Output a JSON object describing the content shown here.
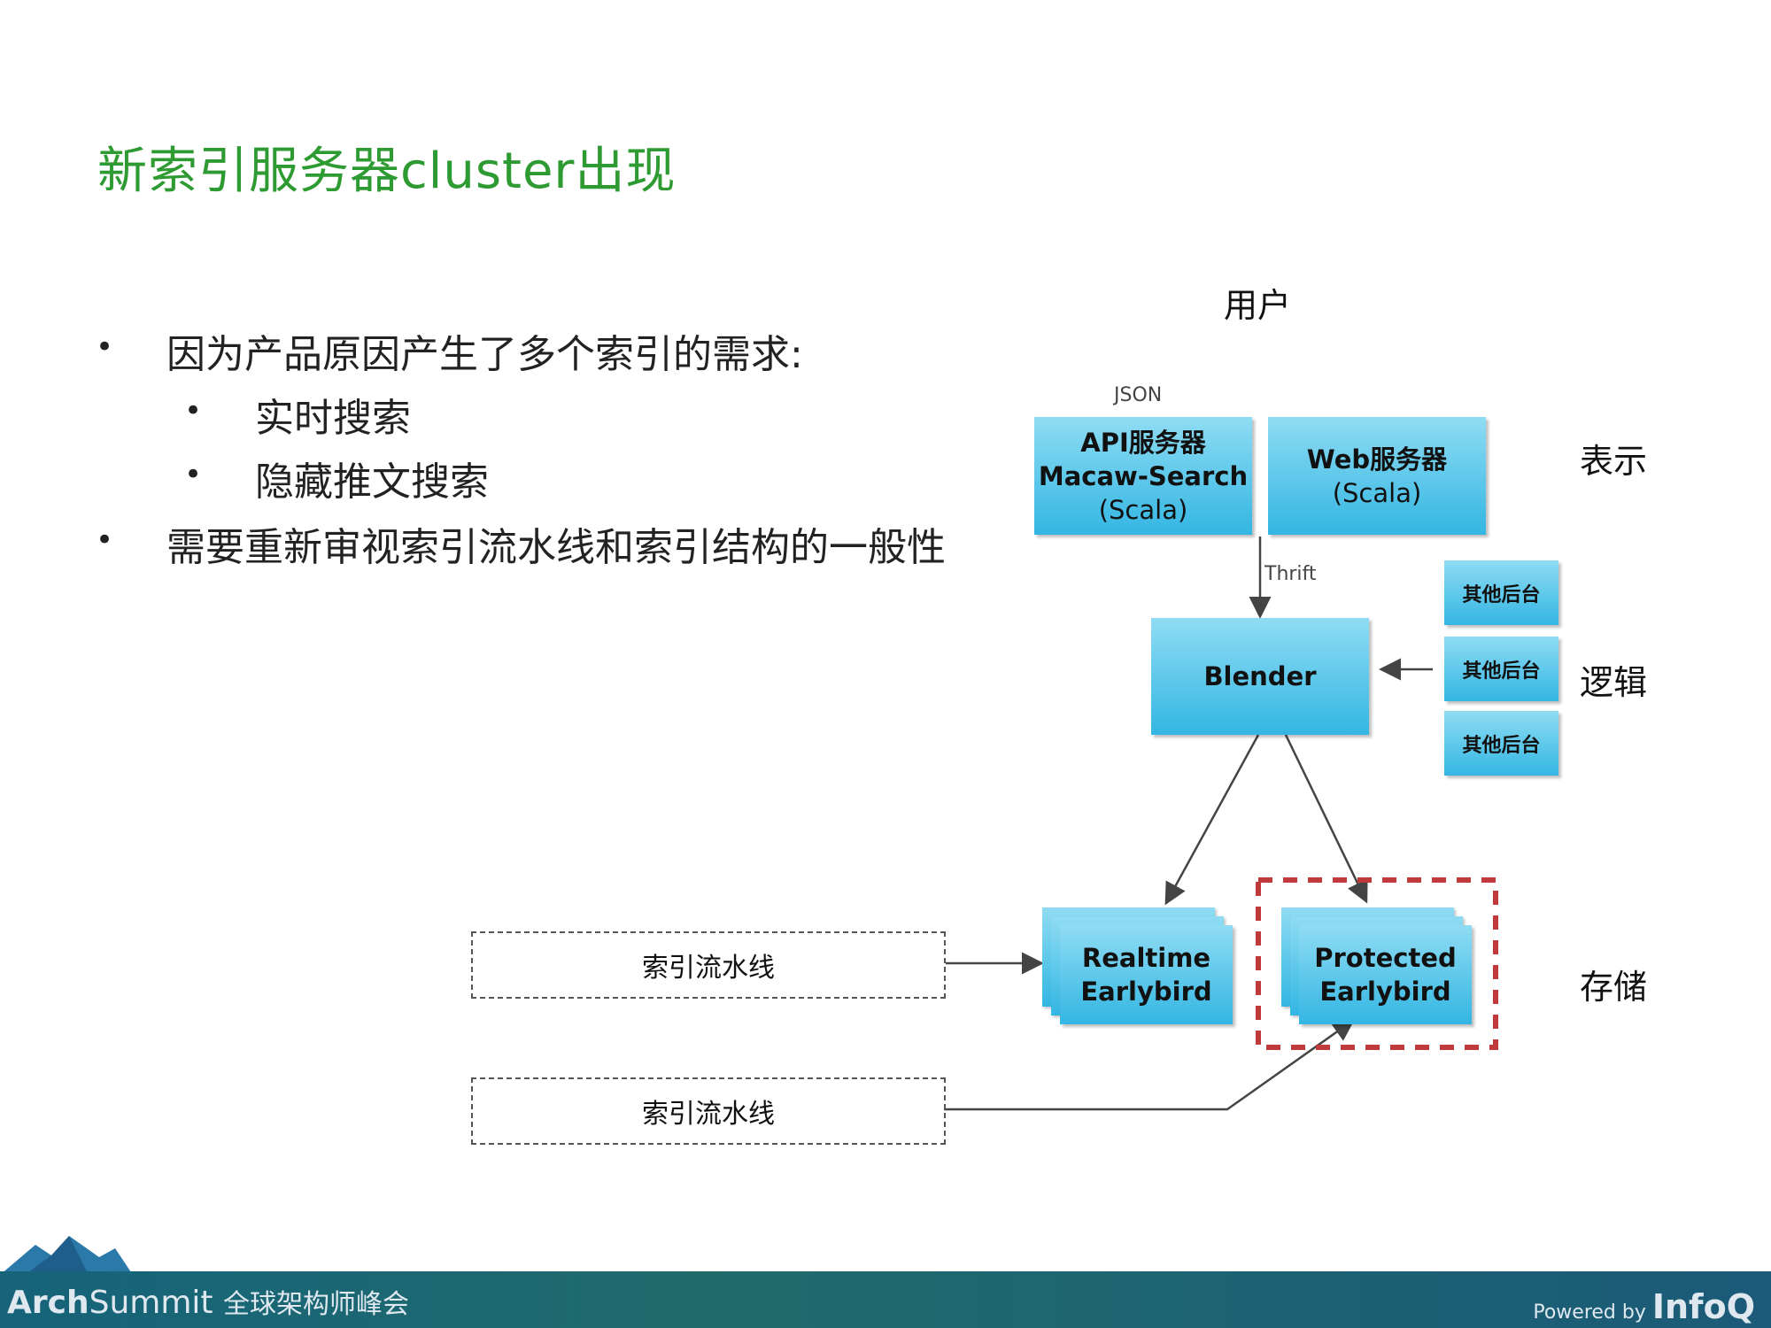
{
  "slide_title": "新索引服务器cluster出现",
  "bullets": [
    {
      "text": "因为产品原因产生了多个索引的需求:"
    },
    {
      "text": "实时搜索"
    },
    {
      "text": "隐藏推文搜索"
    },
    {
      "text": "需要重新审视索引流水线和索引结构的一般性"
    }
  ],
  "diagram": {
    "user_label": "用户",
    "json_label": "JSON",
    "thrift_label": "Thrift",
    "api_box": {
      "line1": "API服务器",
      "line2": "Macaw-Search",
      "line3": "(Scala)"
    },
    "web_box": {
      "line1": "Web服务器",
      "line2": "(Scala)"
    },
    "blender_label": "Blender",
    "other_backends": [
      "其他后台",
      "其他后台",
      "其他后台"
    ],
    "realtime_box": {
      "line1": "Realtime",
      "line2": "Earlybird"
    },
    "protected_box": {
      "line1": "Protected",
      "line2": "Earlybird"
    },
    "pipeline_labels": [
      "索引流水线",
      "索引流水线"
    ],
    "layer_labels": {
      "presentation": "表示",
      "logic": "逻辑",
      "storage": "存储"
    }
  },
  "footer": {
    "logo_arch": "Arch",
    "logo_summit": "Summit",
    "logo_sub": "全球架构师峰会",
    "powered": "Powered by",
    "infoq": "InfoQ"
  }
}
